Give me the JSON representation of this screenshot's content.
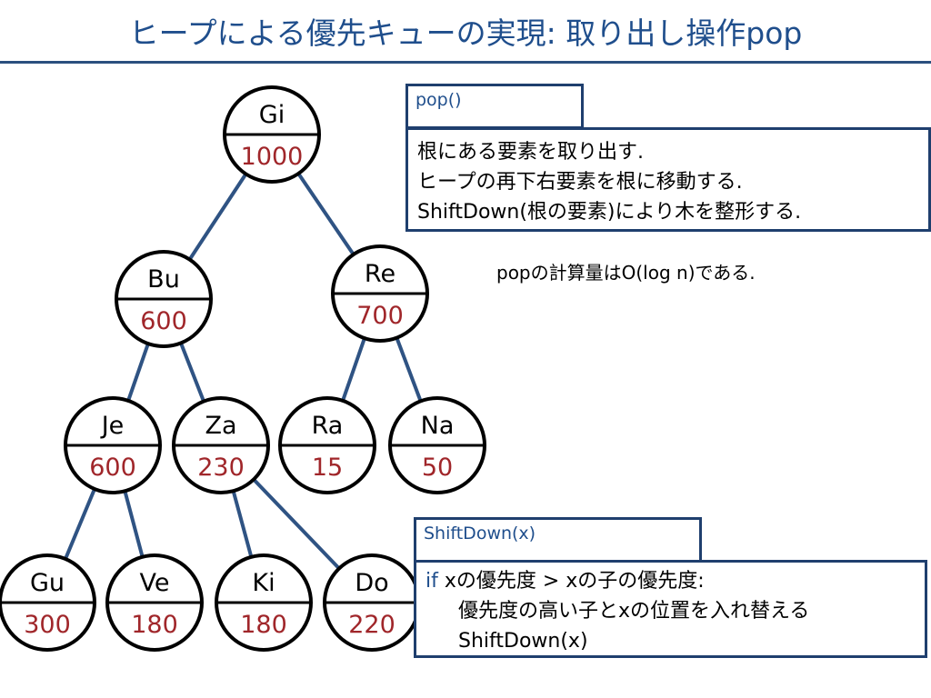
{
  "title": "ヒープによる優先キューの実現: 取り出し操作pop",
  "tree": {
    "nodes": [
      {
        "id": "n1",
        "name": "Gi",
        "priority": "1000"
      },
      {
        "id": "n2",
        "name": "Bu",
        "priority": "600"
      },
      {
        "id": "n3",
        "name": "Re",
        "priority": "700"
      },
      {
        "id": "n4",
        "name": "Je",
        "priority": "600"
      },
      {
        "id": "n5",
        "name": "Za",
        "priority": "230"
      },
      {
        "id": "n6",
        "name": "Ra",
        "priority": "15"
      },
      {
        "id": "n7",
        "name": "Na",
        "priority": "50"
      },
      {
        "id": "n8",
        "name": "Gu",
        "priority": "300"
      },
      {
        "id": "n9",
        "name": "Ve",
        "priority": "180"
      },
      {
        "id": "n10",
        "name": "Ki",
        "priority": "180"
      },
      {
        "id": "n11",
        "name": "Do",
        "priority": "220"
      }
    ],
    "edges": [
      [
        "n1",
        "n2"
      ],
      [
        "n1",
        "n3"
      ],
      [
        "n2",
        "n4"
      ],
      [
        "n2",
        "n5"
      ],
      [
        "n3",
        "n6"
      ],
      [
        "n3",
        "n7"
      ],
      [
        "n4",
        "n8"
      ],
      [
        "n4",
        "n9"
      ],
      [
        "n5",
        "n10"
      ],
      [
        "n5",
        "n11"
      ]
    ]
  },
  "pop_box": {
    "label": "pop()",
    "lines": [
      "根にある要素を取り出す.",
      "ヒープの再下右要素を根に移動する.",
      "ShiftDown(根の要素)により木を整形する."
    ]
  },
  "complexity": "popの計算量はO(log n)である.",
  "shiftdown_box": {
    "label": "ShiftDown(x)",
    "keyword": "if",
    "line1": " xの優先度 > xの子の優先度:",
    "line2": "優先度の高い子とxの位置を入れ替える",
    "line3": "ShiftDown(x)"
  },
  "colors": {
    "title": "#1f4e8c",
    "priority_text": "#a0262a",
    "edge": "#2f5383",
    "box_border": "#1f3f6e"
  }
}
